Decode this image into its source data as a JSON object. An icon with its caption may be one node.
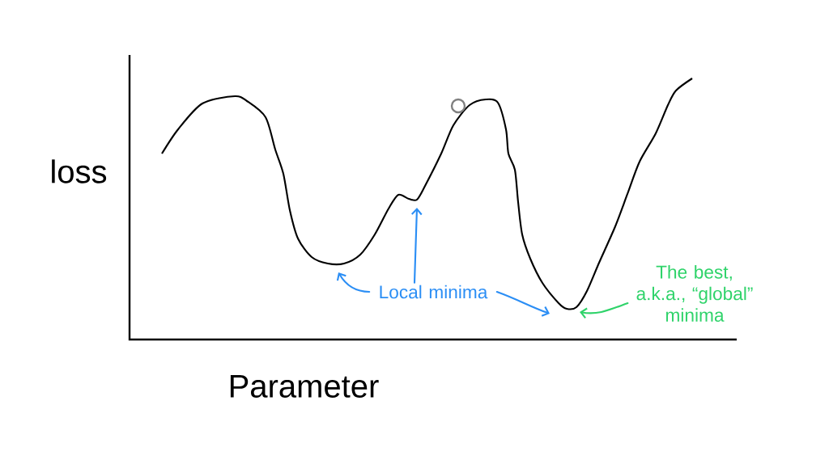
{
  "diagram": {
    "nodes": [
      {
        "text": [
          "Local minima"
        ]
      },
      {
        "text": [
          "The best, a.k.a., “global” minima"
        ]
      }
    ],
    "edges": [
      {
        "from": 0,
        "to": null,
        "arrow": "to",
        "color": "#2b8ef5"
      },
      {
        "from": 0,
        "to": null,
        "arrow": "to",
        "color": "#2b8ef5"
      },
      {
        "from": 0,
        "to": null,
        "arrow": "to",
        "color": "#2b8ef5"
      },
      {
        "from": 1,
        "to": null,
        "arrow": "to",
        "color": "#2fd36a"
      }
    ],
    "labels": [
      "loss",
      "Parameter"
    ]
  }
}
